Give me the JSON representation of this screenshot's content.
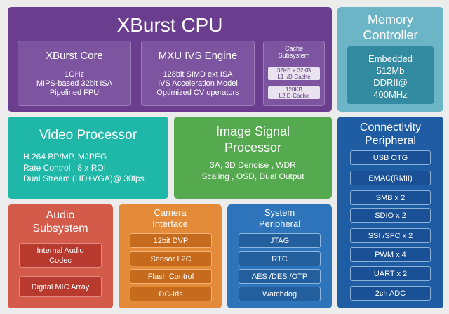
{
  "cpu": {
    "title": "XBurst CPU",
    "core": {
      "title": "XBurst Core",
      "lines": [
        "1GHz",
        "MIPS-based  32bit ISA",
        "Pipelined FPU"
      ]
    },
    "mxu": {
      "title": "MXU IVS Engine",
      "lines": [
        "128bit SIMD ext ISA",
        "IVS Acceleration Model",
        "Optimized CV operators"
      ]
    },
    "cache": {
      "title_lines": [
        "Cache",
        "Subsystem"
      ],
      "l1_lines": [
        "32KB + 32KB",
        "L1 I/D-Cache"
      ],
      "l2_lines": [
        "128KB",
        "L2 D-Cache"
      ]
    }
  },
  "memory": {
    "title_lines": [
      "Memory",
      "Controller"
    ],
    "lines": [
      "Embedded",
      "512Mb",
      "DDRII@",
      "400MHz"
    ]
  },
  "video": {
    "title": "Video Processor",
    "lines": [
      "H.264 BP/MP, MJPEG",
      "Rate Control , 8 x ROI",
      "Dual Stream  (HD+VGA)@ 30fps"
    ]
  },
  "isp": {
    "title_lines": [
      "Image Signal",
      "Processor"
    ],
    "lines": [
      "3A, 3D Denoise , WDR",
      "Scaling , OSD, Dual Output"
    ]
  },
  "connectivity": {
    "title_lines": [
      "Connectivity",
      "Peripheral"
    ],
    "items": [
      "USB OTG",
      "EMAC(RMII)",
      "SMB x  2",
      "SDIO x  2",
      "SSI /SFC x  2",
      "PWM x 4",
      "UART x  2",
      "2ch ADC"
    ]
  },
  "audio": {
    "title_lines": [
      "Audio",
      "Subsystem"
    ],
    "items": [
      {
        "lines": [
          "Internal Audio",
          "Codec"
        ]
      },
      {
        "lines": [
          "Digital MIC Array"
        ]
      }
    ]
  },
  "camera": {
    "title_lines": [
      "Camera",
      "Interface"
    ],
    "items": [
      "12bit DVP",
      "Sensor I  2C",
      "Flash Control",
      "DC-Iris"
    ]
  },
  "system": {
    "title_lines": [
      "System",
      "Peripheral"
    ],
    "items": [
      "JTAG",
      "RTC",
      "AES /DES /OTP",
      "Watchdog"
    ]
  }
}
